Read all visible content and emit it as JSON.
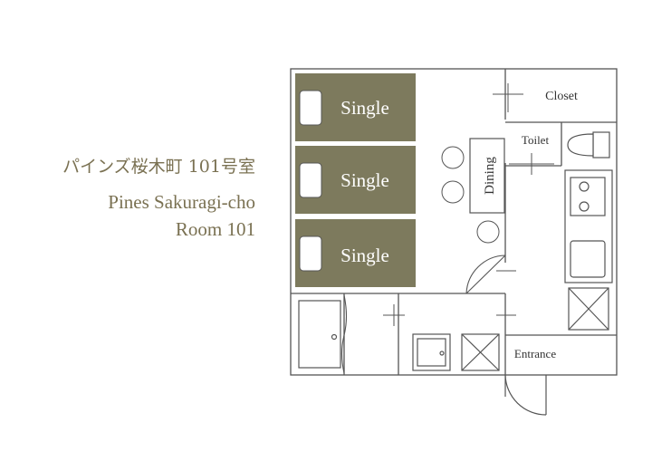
{
  "title": {
    "jp": "パインズ桜木町 101号室",
    "en_line1": "Pines Sakuragi-cho",
    "en_line2": "Room 101"
  },
  "rooms": {
    "beds": [
      "Single",
      "Single",
      "Single"
    ],
    "closet": "Closet",
    "toilet": "Toilet",
    "dining": "Dining",
    "entrance": "Entrance"
  },
  "colors": {
    "bed": "#7d7a5d",
    "text_accent": "#7a7152",
    "wall": "#555555"
  }
}
